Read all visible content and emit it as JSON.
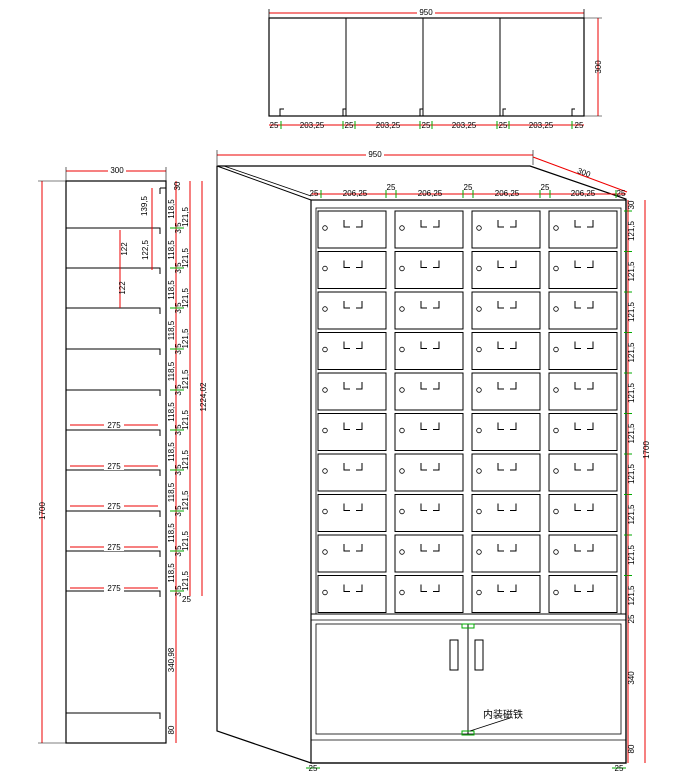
{
  "top_view": {
    "width_label": "950",
    "depth_label": "300",
    "side_labels": [
      "25",
      "25",
      "25",
      "25",
      "25"
    ],
    "bay_labels": [
      "203,25",
      "203,25",
      "203,25",
      "203,25"
    ]
  },
  "side_view": {
    "width_label": "300",
    "height_label": "1700",
    "shelf_depth_label": "275",
    "top_gap_label": "30",
    "first_pitch_label": "139,5",
    "pitch_label": "122",
    "half_pitch_label": "122,5",
    "small_label": "118,5",
    "tiny_label": "3,5",
    "drawer_label": "121,5",
    "total_label": "1224,02",
    "plinth_label": "25",
    "door_label": "340,98",
    "base_label": "80"
  },
  "front_view": {
    "width_label": "950",
    "depth_label": "300",
    "height_label": "1700",
    "side_label": "25",
    "bay_label": "206,25",
    "top_label": "30",
    "drawer_label": "121,5",
    "divider_label": "25",
    "door_label": "340",
    "base_label": "80",
    "bottom_label": "25",
    "annotation": "内装磁铁",
    "drawer_rows": 10,
    "drawer_cols": 4
  }
}
